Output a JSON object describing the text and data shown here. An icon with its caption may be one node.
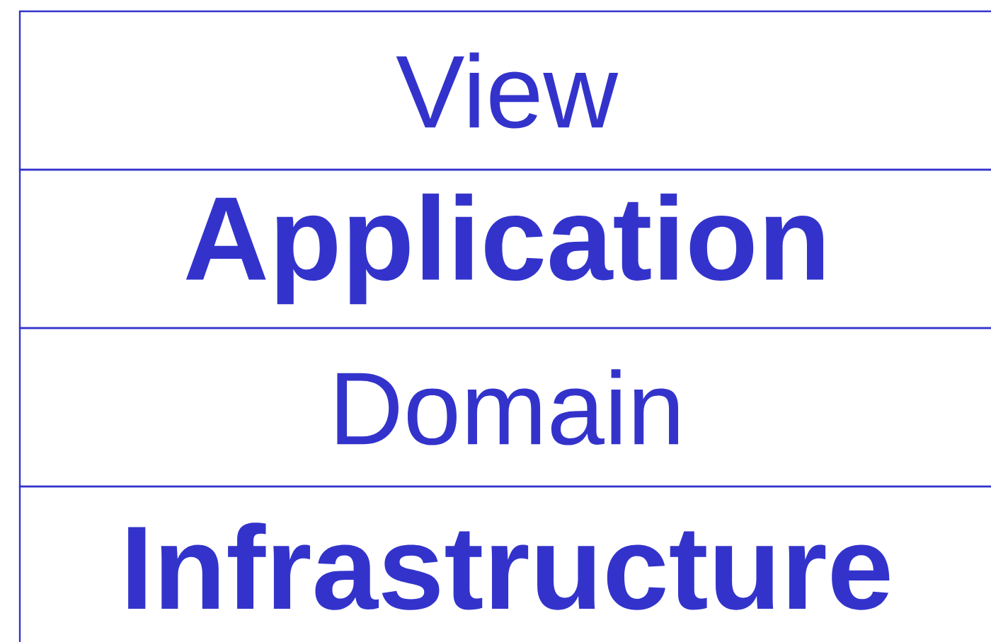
{
  "diagram": {
    "nodes": [
      {
        "text": [
          "View"
        ]
      },
      {
        "text": [
          "Application"
        ]
      },
      {
        "text": [
          "Domain"
        ]
      },
      {
        "text": [
          "Infrastructure"
        ]
      }
    ]
  }
}
